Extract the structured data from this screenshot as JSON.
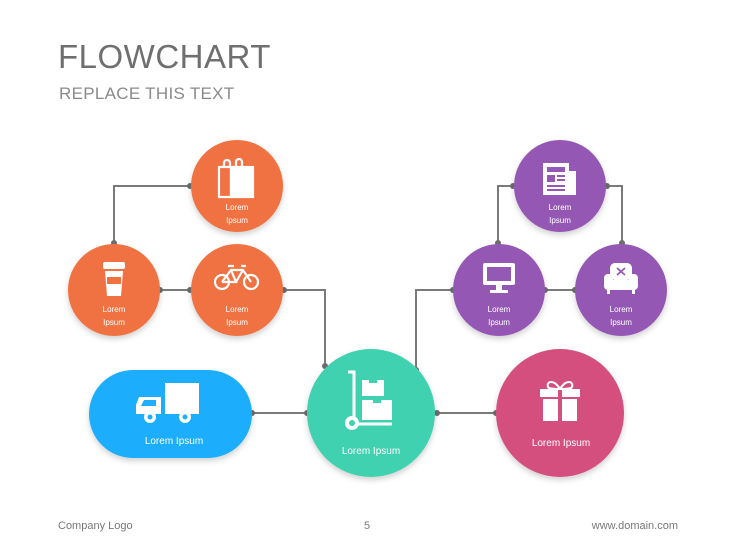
{
  "slide": {
    "title": "FLOWCHART",
    "subtitle": "REPLACE THIS TEXT",
    "footer_left": "Company Logo",
    "page_number": "5",
    "footer_right": "www.domain.com"
  },
  "colors": {
    "orange": "#f07243",
    "purple": "#9459b4",
    "teal": "#3fd1b0",
    "blue": "#1eaefc",
    "pink": "#d4507e",
    "connector": "#7a7a7a"
  },
  "nodes": {
    "bag": {
      "line1": "Lorem",
      "line2": "Ipsum",
      "icon": "shopping-bag-icon"
    },
    "bike": {
      "line1": "Lorem",
      "line2": "Ipsum",
      "icon": "bicycle-icon"
    },
    "cup": {
      "line1": "Lorem",
      "line2": "Ipsum",
      "icon": "coffee-cup-icon"
    },
    "newspaper": {
      "line1": "Lorem",
      "line2": "Ipsum",
      "icon": "newspaper-icon"
    },
    "monitor": {
      "line1": "Lorem",
      "line2": "Ipsum",
      "icon": "monitor-icon"
    },
    "armchair": {
      "line1": "Lorem",
      "line2": "Ipsum",
      "icon": "armchair-icon"
    },
    "truck": {
      "label": "Lorem Ipsum",
      "icon": "delivery-truck-icon"
    },
    "center": {
      "label": "Lorem Ipsum",
      "icon": "hand-truck-icon"
    },
    "gift": {
      "label": "Lorem Ipsum",
      "icon": "gift-box-icon"
    }
  }
}
